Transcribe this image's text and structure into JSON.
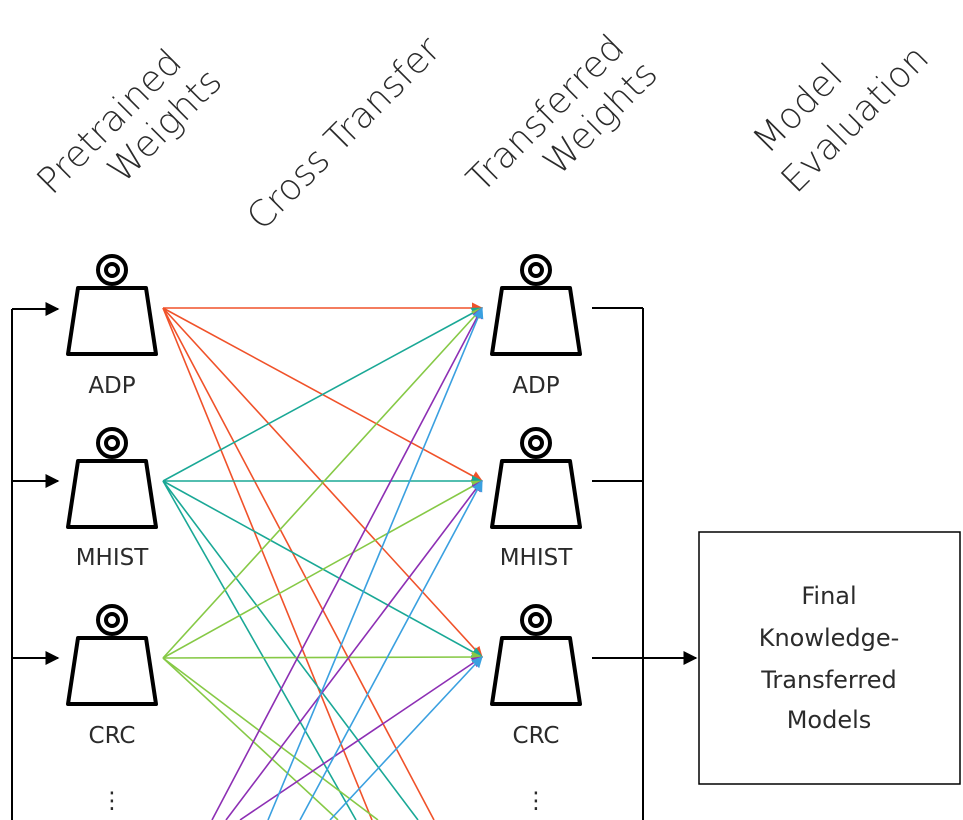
{
  "headers": {
    "pretrained": [
      "Pretrained",
      "Weights"
    ],
    "cross_transfer": [
      "Cross Transfer"
    ],
    "transferred": [
      "Transferred",
      "Weights"
    ],
    "evaluation": [
      "Model",
      "Evaluation"
    ]
  },
  "source_weights": [
    {
      "label": "ADP"
    },
    {
      "label": "MHIST"
    },
    {
      "label": "CRC"
    }
  ],
  "target_weights": [
    {
      "label": "ADP"
    },
    {
      "label": "MHIST"
    },
    {
      "label": "CRC"
    }
  ],
  "more_indicator": "⋮",
  "final_box": [
    "Final",
    "Knowledge-",
    "Transferred",
    "Models"
  ],
  "colors": {
    "adp_arrows": "#f0522a",
    "mhist_arrows": "#1aa896",
    "crc_arrows": "#86c946",
    "extra_arrows_1": "#8d2fb4",
    "extra_arrows_2": "#3aa0e0",
    "lines": "#000000",
    "text": "#2b2b2b"
  }
}
